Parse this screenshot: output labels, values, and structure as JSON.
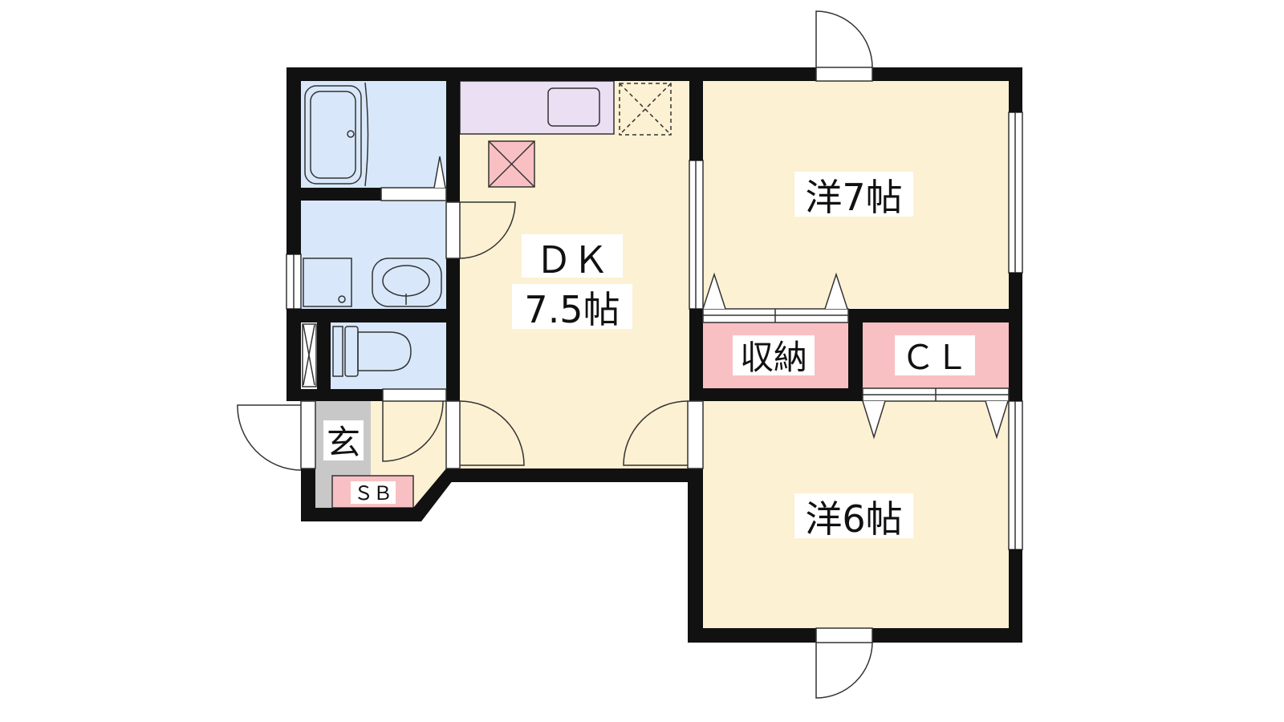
{
  "colors": {
    "wall": "#111111",
    "living": "#fdf1d3",
    "wet": "#d8e8fa",
    "kitchen_counter": "#eadff3",
    "storage": "#f9c0c3",
    "entry": "#c8c8c8",
    "door_line": "#444444"
  },
  "rooms": {
    "dk": {
      "line1": "ＤＫ",
      "line2": "7.5帖"
    },
    "western_a": {
      "label": "洋7帖"
    },
    "western_b": {
      "label": "洋6帖"
    },
    "storage": {
      "label": "収納"
    },
    "closet": {
      "label": "ＣＬ"
    },
    "entrance": {
      "label": "玄"
    },
    "shoe_box": {
      "label": "ＳＢ"
    }
  }
}
